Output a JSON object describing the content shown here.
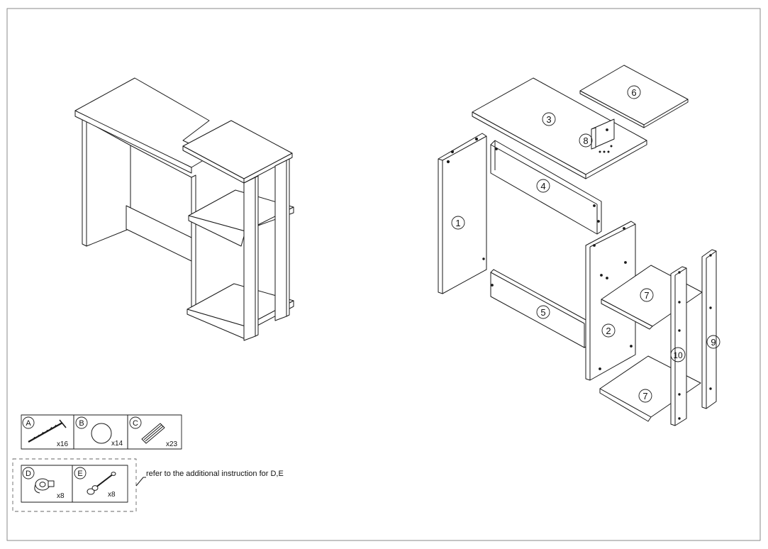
{
  "parts": {
    "p1": "1",
    "p2": "2",
    "p3": "3",
    "p4": "4",
    "p5": "5",
    "p6": "6",
    "p7a": "7",
    "p7b": "7",
    "p8": "8",
    "p9": "9",
    "p10": "10"
  },
  "hardware": {
    "A": {
      "letter": "A",
      "qty": "x16",
      "icon": "screw-icon"
    },
    "B": {
      "letter": "B",
      "qty": "x14",
      "icon": "round-cap-icon"
    },
    "C": {
      "letter": "C",
      "qty": "x23",
      "icon": "wooden-dowel-icon"
    },
    "D": {
      "letter": "D",
      "qty": "x8",
      "icon": "cam-lock-icon"
    },
    "E": {
      "letter": "E",
      "qty": "x8",
      "icon": "cam-bolt-icon"
    }
  },
  "note": "refer to the additional instruction for D,E",
  "colors": {
    "line": "#1a1a1a",
    "panel": "#ffffff",
    "frame": "#8a8a8a"
  }
}
